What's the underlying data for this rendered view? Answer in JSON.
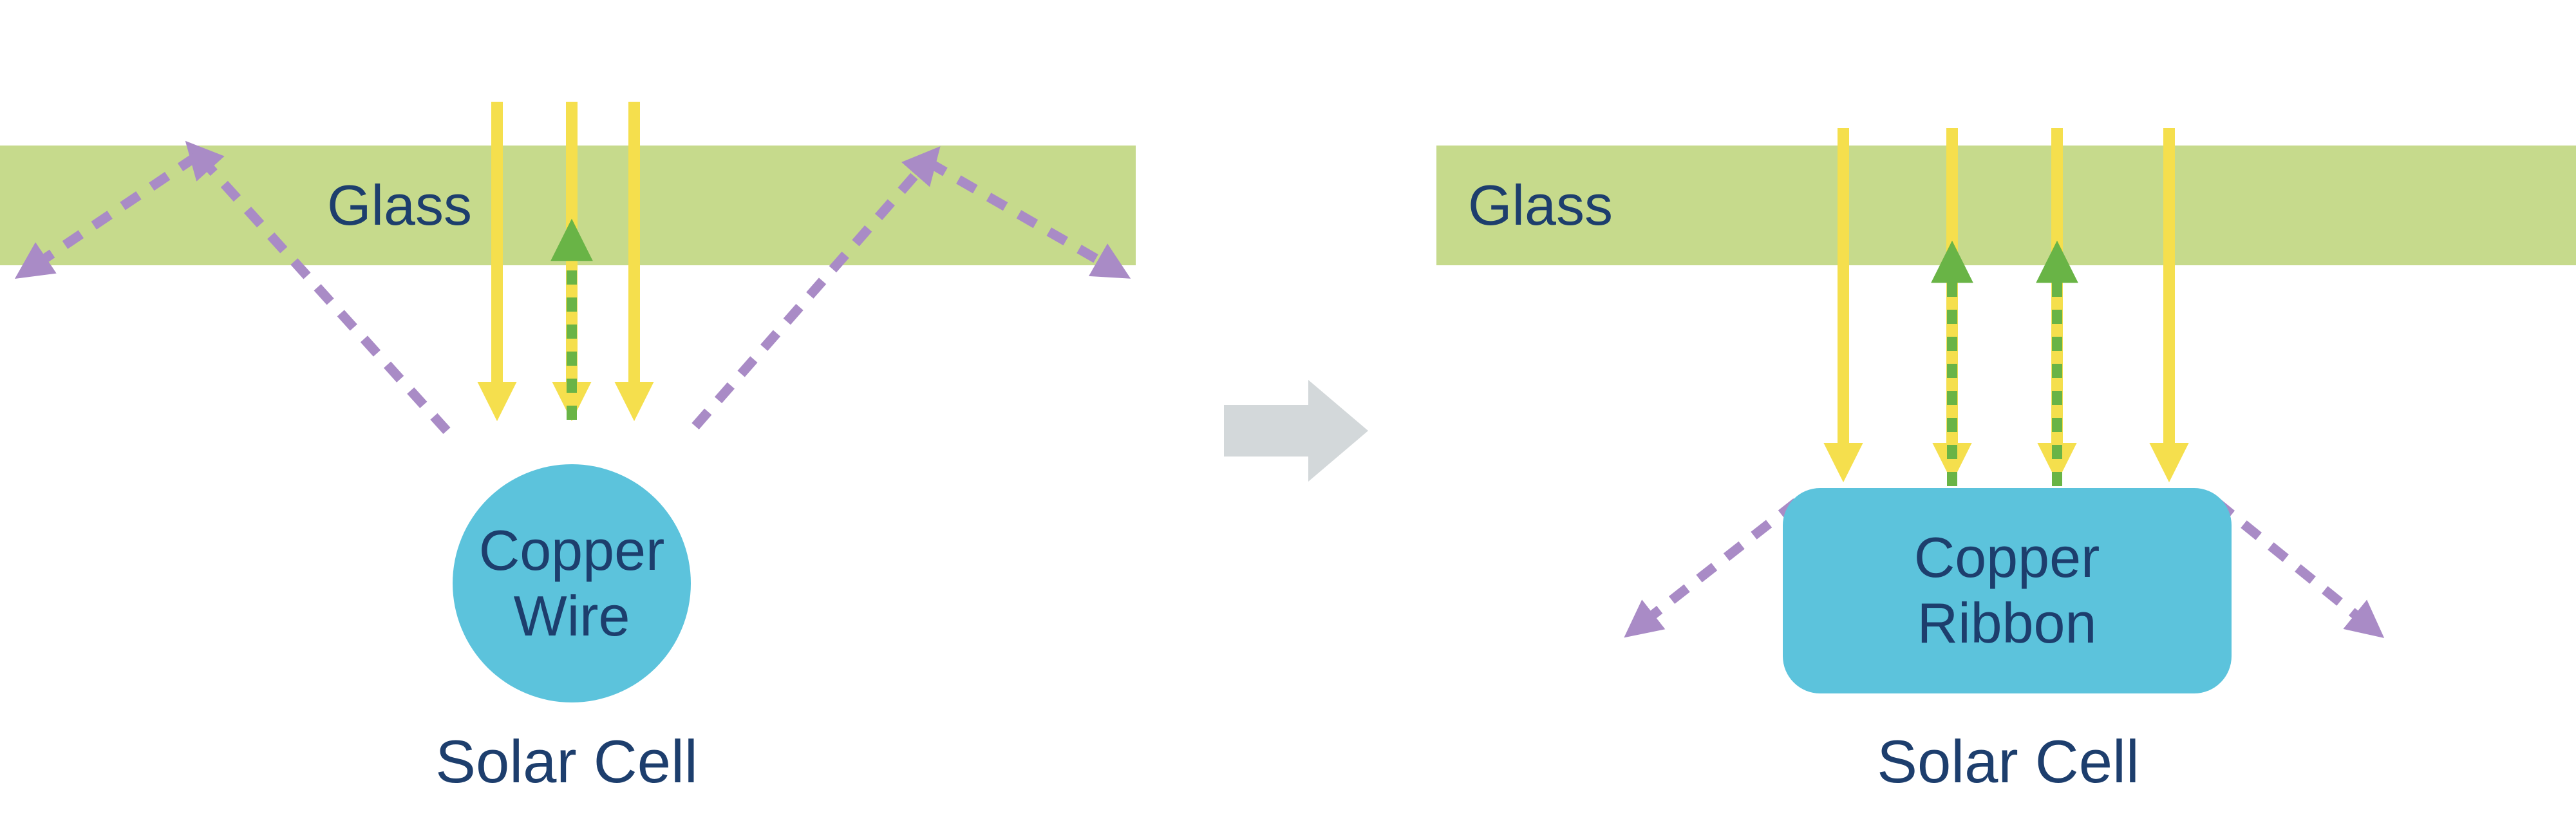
{
  "palette": {
    "glass_green": "#c6da8c",
    "sunlight_yellow": "#f5df4d",
    "reflected_green": "#69b446",
    "scattered_purple": "#a98bc6",
    "copper_blue": "#5cc3dc",
    "label_navy": "#1d3e6d",
    "transition_gray": "#d3d8da",
    "background": "#ffffff"
  },
  "icons": {
    "transition_arrow": "right-arrow-icon"
  },
  "left_panel": {
    "glass_label": "Glass",
    "component": {
      "line1": "Copper",
      "line2": "Wire"
    },
    "caption": "Solar Cell"
  },
  "right_panel": {
    "glass_label": "Glass",
    "component": {
      "line1": "Copper",
      "line2": "Ribbon"
    },
    "caption": "Solar Cell"
  }
}
